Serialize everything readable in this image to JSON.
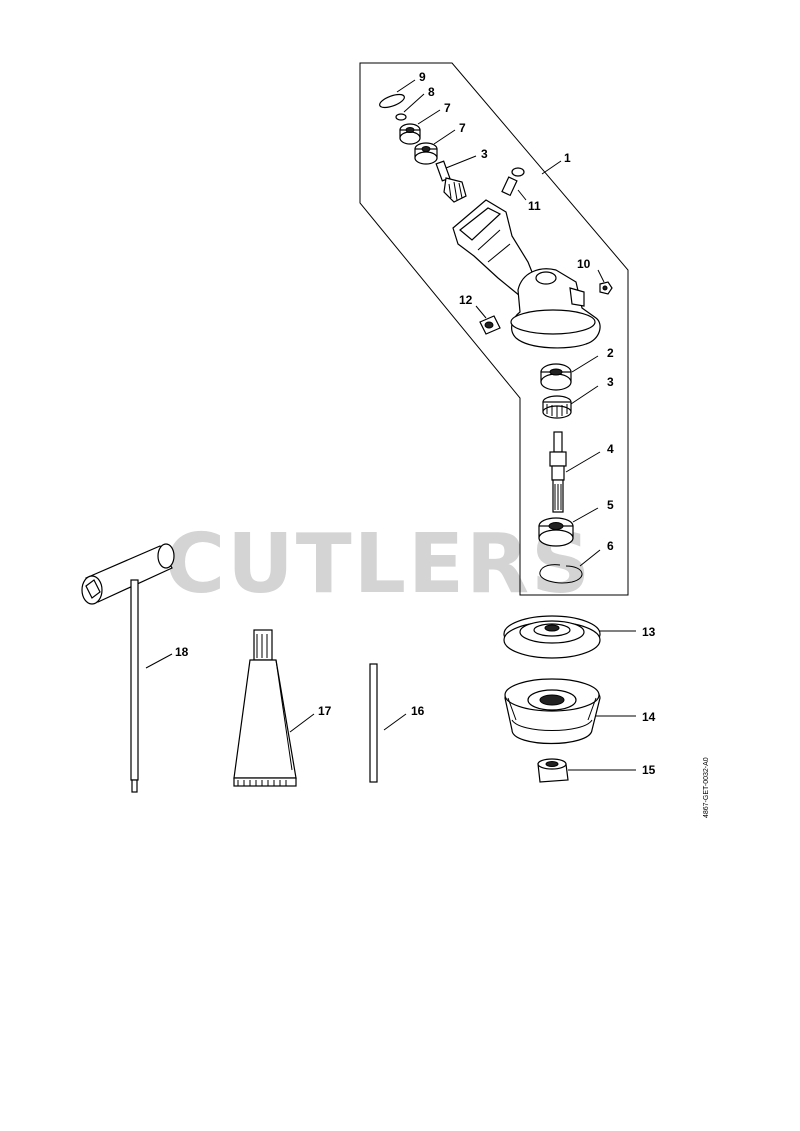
{
  "watermark": "CUTLERS",
  "drawing_code": "4867-GET-0032-A0",
  "callouts": {
    "c9": "9",
    "c8": "8",
    "c7a": "7",
    "c7b": "7",
    "c3a": "3",
    "c1": "1",
    "c11": "11",
    "c10": "10",
    "c12": "12",
    "c2": "2",
    "c3b": "3",
    "c4": "4",
    "c5": "5",
    "c6": "6",
    "c13": "13",
    "c14": "14",
    "c15": "15",
    "c16": "16",
    "c17": "17",
    "c18": "18"
  }
}
